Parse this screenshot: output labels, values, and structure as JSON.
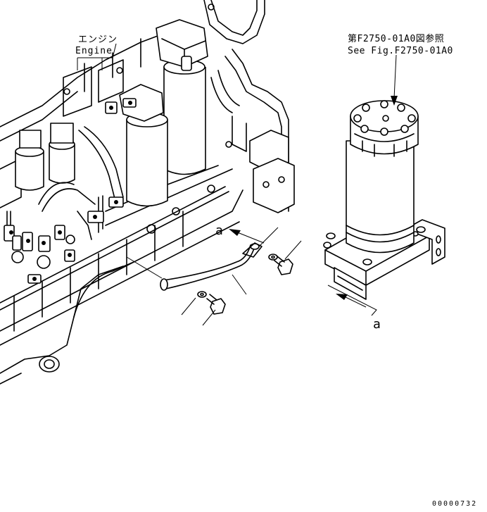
{
  "labels": {
    "engine_jp": "エンジン",
    "engine_en": "Engine",
    "ref_jp": "第F2750-01A0図参照",
    "ref_en": "See Fig.F2750-01A0",
    "view_a_top": "a",
    "view_a_bottom": "a"
  },
  "drawing_number": "00000732",
  "colors": {
    "ink": "#000000",
    "paper": "#ffffff"
  }
}
